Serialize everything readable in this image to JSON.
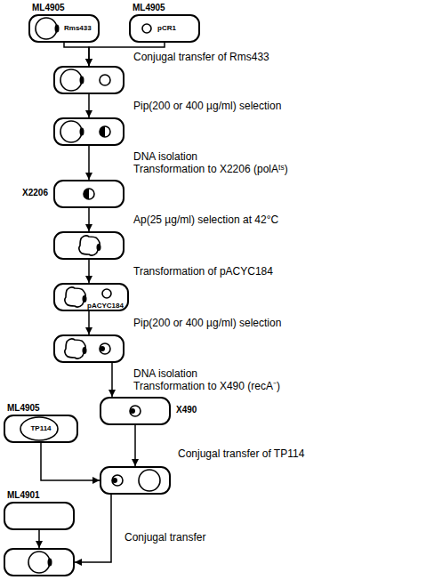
{
  "diagram": {
    "nodes": [
      {
        "text": [
          "ML4905",
          "Rms433"
        ]
      },
      {
        "text": [
          "ML4905",
          "pCR1"
        ]
      },
      {
        "text": []
      },
      {
        "text": []
      },
      {
        "text": [
          "X2206"
        ]
      },
      {
        "text": []
      },
      {
        "text": [
          "pACYC184"
        ]
      },
      {
        "text": []
      },
      {
        "text": [
          "X490"
        ]
      },
      {
        "text": [
          "ML4905",
          "TP114"
        ]
      },
      {
        "text": []
      },
      {
        "text": [
          "ML4901"
        ]
      },
      {
        "text": []
      }
    ],
    "edges": [
      {
        "from": 0,
        "to": 2,
        "arrow": "to"
      },
      {
        "from": 1,
        "to": 2,
        "arrow": "to"
      },
      {
        "from": 2,
        "to": 3,
        "arrow": "to"
      },
      {
        "from": 3,
        "to": 4,
        "arrow": "to"
      },
      {
        "from": 4,
        "to": 5,
        "arrow": "to"
      },
      {
        "from": 5,
        "to": 6,
        "arrow": "to"
      },
      {
        "from": 6,
        "to": 7,
        "arrow": "to"
      },
      {
        "from": 7,
        "to": 8,
        "arrow": "to"
      },
      {
        "from": 8,
        "to": 10,
        "arrow": "to"
      },
      {
        "from": 9,
        "to": 10,
        "arrow": "to"
      },
      {
        "from": 10,
        "to": 12,
        "arrow": "to"
      },
      {
        "from": 11,
        "to": 12,
        "arrow": "to"
      }
    ],
    "labels": [
      "Conjugal transfer of Rms433",
      "Pip(200 or 400 µg/ml) selection",
      "DNA isolation",
      "Transformation to X2206 (polAᵗˢ)",
      "Ap(25 µg/ml) selection at 42°C",
      "Transformation of pACYC184",
      "Pip(200 or 400 µg/ml) selection",
      "DNA isolation",
      "Transformation to X490 (recA⁻)",
      "Conjugal transfer of TP114",
      "Conjugal transfer"
    ]
  }
}
